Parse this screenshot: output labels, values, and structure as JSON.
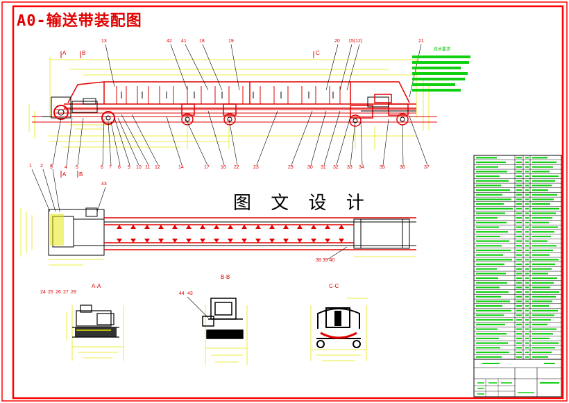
{
  "drawing": {
    "title": "A0-输送带装配图",
    "watermark": "图 文 设 计",
    "colors": {
      "frame": "#ff0000",
      "line": "#e00000",
      "dim": "#e6e600",
      "green": "#10d010",
      "black": "#000000"
    }
  },
  "callouts": {
    "top": [
      "13",
      "42",
      "41",
      "18",
      "19",
      "20",
      "15(12)",
      "21"
    ],
    "bottom": [
      "9",
      "4",
      "5",
      "6",
      "7",
      "8",
      "9",
      "10",
      "11",
      "12",
      "14",
      "17",
      "16",
      "22",
      "23",
      "29",
      "30",
      "31",
      "32",
      "33",
      "34",
      "35",
      "36",
      "37"
    ],
    "plan": [
      "1",
      "2",
      "3",
      "43",
      "38 39 40"
    ],
    "aa": [
      "24",
      "25",
      "26",
      "27",
      "28"
    ],
    "bb": [
      "44",
      "43"
    ]
  },
  "sections": {
    "a_a": "A-A",
    "b_b": "B-B",
    "c_c": "C-C",
    "mark_a": "A",
    "mark_b": "B",
    "mark_c": "C"
  },
  "notes": {
    "title": "技术要求"
  }
}
